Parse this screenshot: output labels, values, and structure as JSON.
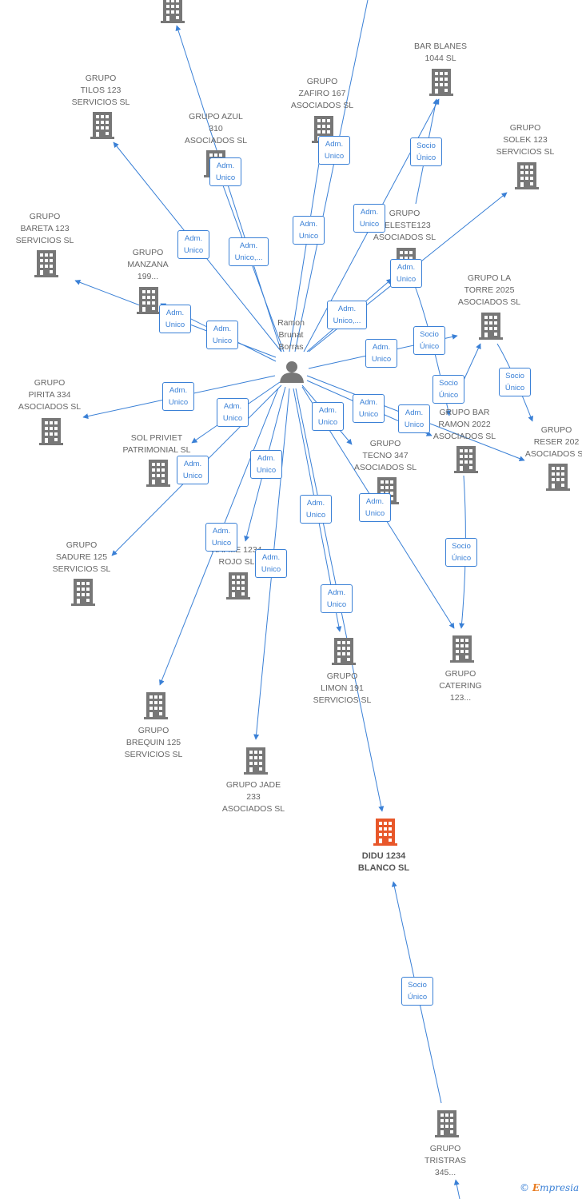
{
  "colors": {
    "edge": "#3a80d6",
    "company": "#777777",
    "highlight": "#e8572a",
    "person": "#777777",
    "label": "#666666"
  },
  "nodes": [
    {
      "id": "top",
      "type": "company",
      "label": ""
    },
    {
      "id": "tilos",
      "type": "company",
      "label": "GRUPO\nTILOS 123\nSERVICIOS  SL"
    },
    {
      "id": "azul",
      "type": "company",
      "label": "GRUPO AZUL\n310\nASOCIADOS  SL"
    },
    {
      "id": "zafiro",
      "type": "company",
      "label": "GRUPO\nZAFIRO 167\nASOCIADOS  SL"
    },
    {
      "id": "blanes",
      "type": "company",
      "label": "BAR BLANES\n1044  SL"
    },
    {
      "id": "solek",
      "type": "company",
      "label": "GRUPO\nSOLEK 123\nSERVICIOS  SL"
    },
    {
      "id": "bareta",
      "type": "company",
      "label": "GRUPO\nBARETA 123\nSERVICIOS  SL"
    },
    {
      "id": "celeste",
      "type": "company",
      "label": "GRUPO\nCELESTE123\nASOCIADOS  SL"
    },
    {
      "id": "manzana",
      "type": "company",
      "label": "GRUPO\nMANZANA\n199..."
    },
    {
      "id": "torre",
      "type": "company",
      "label": "GRUPO LA\nTORRE 2025\nASOCIADOS  SL"
    },
    {
      "id": "pirita",
      "type": "company",
      "label": "GRUPO\nPIRITA 334\nASOCIADOS  SL"
    },
    {
      "id": "solpriviet",
      "type": "company",
      "label": "SOL PRIVIET\nPATRIMONIAL SL"
    },
    {
      "id": "tecno",
      "type": "company",
      "label": "GRUPO\nTECNO 347\nASOCIADOS  SL"
    },
    {
      "id": "barramon",
      "type": "company",
      "label": "GRUPO BAR\nRAMON 2022\nASOCIADOS  SL"
    },
    {
      "id": "reser",
      "type": "company",
      "label": "GRUPO\nRESER 202\nASOCIADOS  SL"
    },
    {
      "id": "sadure",
      "type": "company",
      "label": "GRUPO\nSADURE 125\nSERVICIOS  SL"
    },
    {
      "id": "rojo",
      "type": "company",
      "label": "RAFME 1234\nROJO  SL"
    },
    {
      "id": "limon",
      "type": "company",
      "label": "GRUPO\nLIMON 191\nSERVICIOS  SL"
    },
    {
      "id": "catering",
      "type": "company",
      "label": "GRUPO\nCATERING\n123..."
    },
    {
      "id": "brequin",
      "type": "company",
      "label": "GRUPO\nBREQUIN 125\nSERVICIOS  SL"
    },
    {
      "id": "jade",
      "type": "company",
      "label": "GRUPO JADE\n233\nASOCIADOS  SL"
    },
    {
      "id": "didu",
      "type": "company",
      "highlight": true,
      "label": "DIDU 1234\nBLANCO  SL"
    },
    {
      "id": "tristras",
      "type": "company",
      "label": "GRUPO\nTRISTRAS\n345..."
    },
    {
      "id": "ramon",
      "type": "person",
      "label": "Ramon\nBrunat\nBorras"
    }
  ],
  "edges": [
    {
      "from": "ramon",
      "to": "top",
      "label": "Adm.\nUnico"
    },
    {
      "from": "ramon",
      "to": "tilos",
      "label": "Adm.\nUnico"
    },
    {
      "from": "ramon",
      "to": "azul",
      "label": "Adm.\nUnico,..."
    },
    {
      "from": "ramon",
      "to": "zafiro",
      "label": "Adm.\nUnico"
    },
    {
      "from": "ramon",
      "to": "topright",
      "label": "Adm.\nUnico"
    },
    {
      "from": "ramon",
      "to": "blanes",
      "label": "Adm.\nUnico"
    },
    {
      "from": "celeste",
      "to": "blanes",
      "label": "Socio\nÚnico"
    },
    {
      "from": "ramon",
      "to": "solek",
      "label": "Adm.\nUnico"
    },
    {
      "from": "ramon",
      "to": "celeste",
      "label": "Adm.\nUnico,..."
    },
    {
      "from": "ramon",
      "to": "bareta",
      "label": "Adm.\nUnico"
    },
    {
      "from": "ramon",
      "to": "manzana",
      "label": "Adm.\nUnico"
    },
    {
      "from": "ramon",
      "to": "torre",
      "label": "Adm.\nUnico"
    },
    {
      "from": "celeste",
      "to": "barramon",
      "label": "Socio\nÚnico"
    },
    {
      "from": "barramon",
      "to": "torre",
      "label": "Socio\nÚnico"
    },
    {
      "from": "torre",
      "to": "reser",
      "label": "Socio\nÚnico"
    },
    {
      "from": "ramon",
      "to": "pirita",
      "label": "Adm.\nUnico"
    },
    {
      "from": "ramon",
      "to": "solpriviet",
      "label": "Adm.\nUnico"
    },
    {
      "from": "ramon",
      "to": "tecno",
      "label": "Adm.\nUnico"
    },
    {
      "from": "ramon",
      "to": "barramon",
      "label": "Adm.\nUnico"
    },
    {
      "from": "ramon",
      "to": "reser",
      "label": "Adm.\nUnico"
    },
    {
      "from": "ramon",
      "to": "sadure",
      "label": "Adm.\nUnico"
    },
    {
      "from": "ramon",
      "to": "rojo",
      "label": "Adm.\nUnico"
    },
    {
      "from": "ramon",
      "to": "limon",
      "label": "Adm.\nUnico"
    },
    {
      "from": "ramon",
      "to": "catering",
      "label": "Adm.\nUnico"
    },
    {
      "from": "barramon",
      "to": "catering",
      "label": "Socio\nÚnico"
    },
    {
      "from": "ramon",
      "to": "brequin",
      "label": "Adm.\nUnico"
    },
    {
      "from": "ramon",
      "to": "jade",
      "label": "Adm.\nUnico"
    },
    {
      "from": "ramon",
      "to": "didu",
      "label": "Adm.\nUnico"
    },
    {
      "from": "tristras",
      "to": "didu",
      "label": "Socio\nÚnico"
    }
  ],
  "watermark": {
    "copyright": "©",
    "brand_initial": "E",
    "brand_rest": "mpresia"
  }
}
